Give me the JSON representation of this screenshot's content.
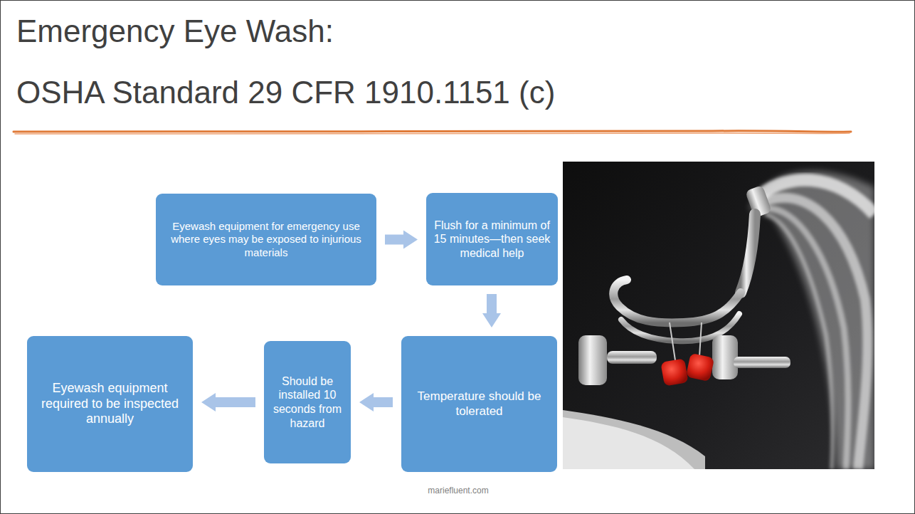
{
  "diagram": {
    "title": "Emergency Eye Wash: OSHA Standard 29 CFR 1910.1151 (c)",
    "nodes": [
      {
        "text": [
          "Eyewash equipment for emergency use where eyes may be exposed to injurious materials"
        ]
      },
      {
        "text": [
          "Flush for a minimum of 15 minutes—then seek medical help"
        ]
      },
      {
        "text": [
          "Temperature should be tolerated"
        ]
      },
      {
        "text": [
          "Should be installed 10 seconds from hazard"
        ]
      },
      {
        "text": [
          "Eyewash equipment required to be inspected annually"
        ]
      }
    ],
    "edges": [
      {
        "from": 0,
        "to": 1,
        "arrow": "to"
      },
      {
        "from": 1,
        "to": 2,
        "arrow": "to"
      },
      {
        "from": 2,
        "to": 3,
        "arrow": "to"
      },
      {
        "from": 3,
        "to": 4,
        "arrow": "to"
      }
    ],
    "labels": [
      "mariefluent.com"
    ]
  }
}
